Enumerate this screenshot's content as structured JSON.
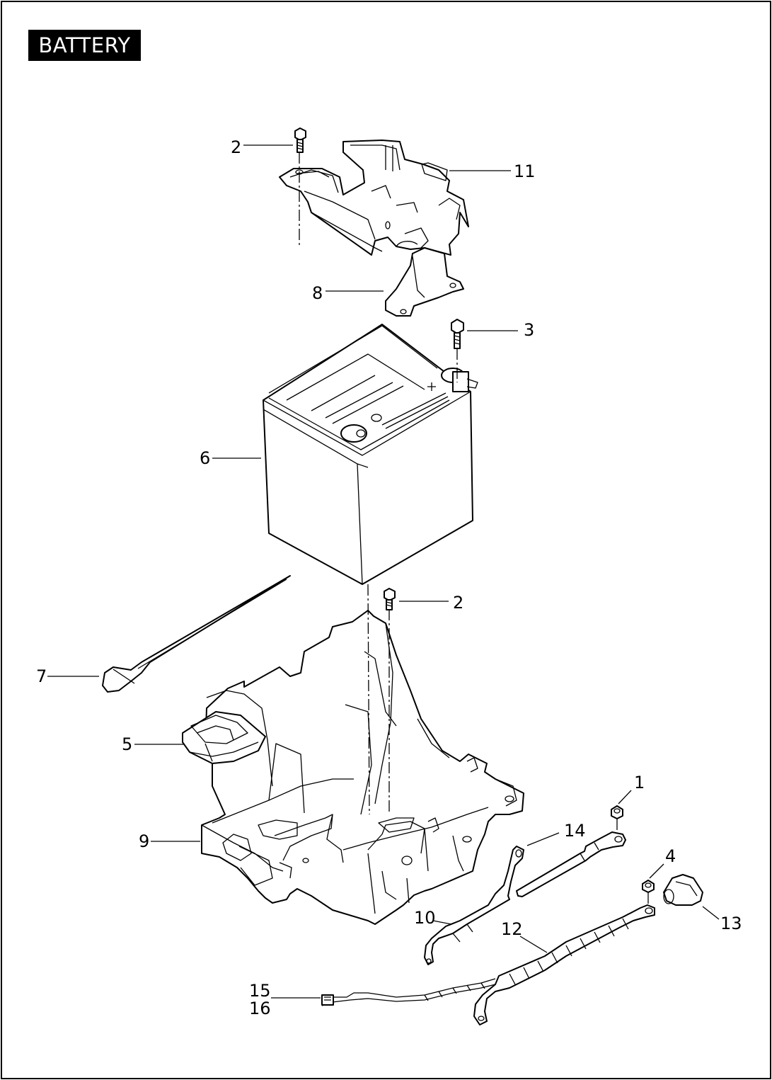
{
  "title": "BATTERY",
  "callouts": {
    "c2a": "2",
    "c11": "11",
    "c8": "8",
    "c3": "3",
    "c6": "6",
    "c2b": "2",
    "c7": "7",
    "c5": "5",
    "c1": "1",
    "c14": "14",
    "c9": "9",
    "c4": "4",
    "c13": "13",
    "c10": "10",
    "c12": "12",
    "c15": "15",
    "c16": "16"
  }
}
